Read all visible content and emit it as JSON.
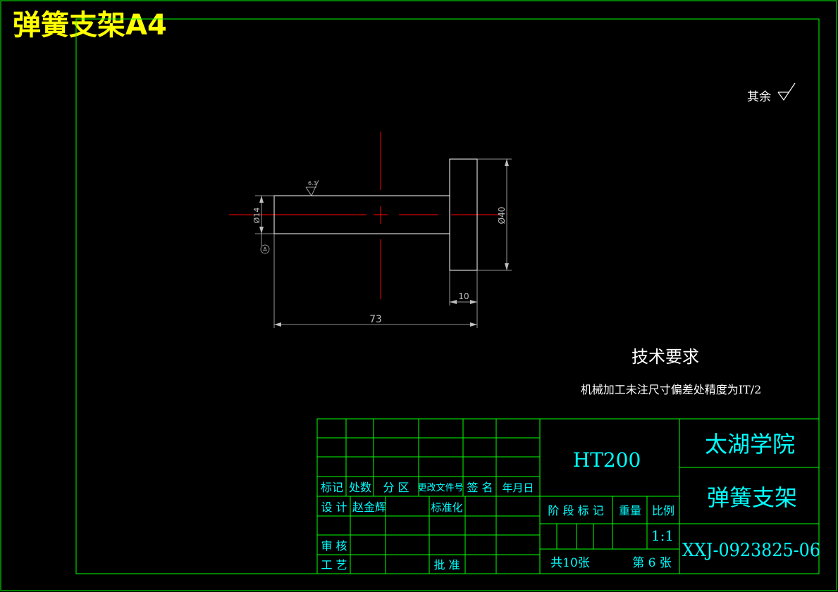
{
  "title": "弹簧支架A4",
  "roughness_note": {
    "label": "其余"
  },
  "part_dims": {
    "shaft_dia": "Ø14",
    "head_dia": "Ø40",
    "head_len": "10",
    "total_len": "73",
    "roughness": "6.3",
    "datum": "A"
  },
  "tech_req": {
    "heading": "技术要求",
    "line1": "机械加工未注尺寸偏差处精度为IT/2"
  },
  "title_block": {
    "hdr_mark": "标记",
    "hdr_count": "处数",
    "hdr_zone": "分 区",
    "hdr_docno": "更改文件号",
    "hdr_sign": "签 名",
    "hdr_date": "年月日",
    "design_label": "设 计",
    "designer": "赵金辉",
    "standard_label": "标准化",
    "review_label": "审 核",
    "process_label": "工 艺",
    "approve_label": "批 准",
    "material": "HT200",
    "stage_label": "阶 段 标 记",
    "weight_label": "重量",
    "scale_label": "比例",
    "scale": "1:1",
    "sheets_total": "共10张",
    "sheet_no": "第 6 张",
    "school": "太湖学院",
    "part_name": "弹簧支架",
    "drawing_no": "XXJ-0923825-06"
  },
  "colors": {
    "frame": "#00ff00",
    "title": "#ffff00",
    "cyan_text": "#00ffff",
    "centerline": "#ff0000",
    "geometry": "#ffffff"
  }
}
